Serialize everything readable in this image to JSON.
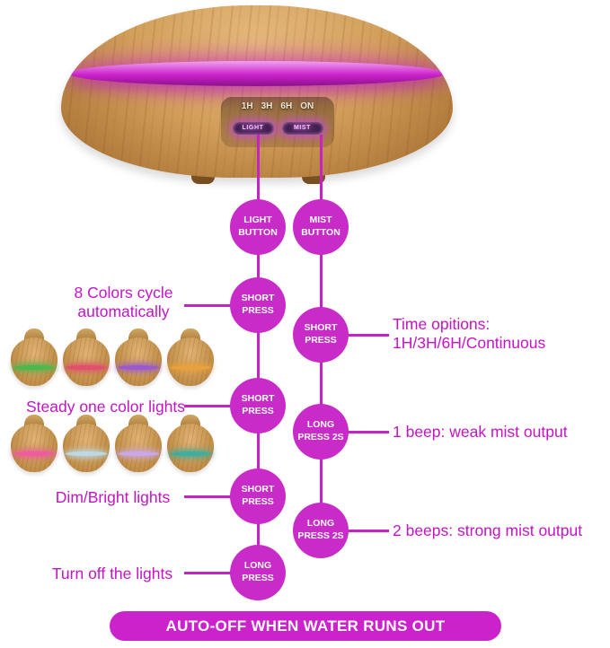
{
  "device": {
    "timer_labels": [
      "1H",
      "3H",
      "6H",
      "ON"
    ],
    "light_button_label": "LIGHT",
    "mist_button_label": "MIST"
  },
  "light_column": {
    "button_line1": "LIGHT",
    "button_line2": "BUTTON",
    "steps": [
      {
        "press_line1": "SHORT",
        "press_line2": "PRESS",
        "label_line1": "8 Colors cycle",
        "label_line2": "automatically"
      },
      {
        "press_line1": "SHORT",
        "press_line2": "PRESS",
        "label_line1": "Steady one color lights"
      },
      {
        "press_line1": "SHORT",
        "press_line2": "PRESS",
        "label_line1": "Dim/Bright lights"
      },
      {
        "press_line1": "LONG",
        "press_line2": "PRESS",
        "label_line1": "Turn off the lights"
      }
    ]
  },
  "mist_column": {
    "button_line1": "MIST",
    "button_line2": "BUTTON",
    "steps": [
      {
        "press_line1": "SHORT",
        "press_line2": "PRESS",
        "label_line1": "Time opitions:",
        "label_line2": "1H/3H/6H/Continuous"
      },
      {
        "press_line1": "LONG",
        "press_line2": "PRESS 2S",
        "label_line1": "1 beep: weak mist output"
      },
      {
        "press_line1": "LONG",
        "press_line2": "PRESS 2S",
        "label_line1": "2 beeps: strong mist output"
      }
    ]
  },
  "mini_diffusers": {
    "colors": [
      "#4db84d",
      "#e14e6e",
      "#9b59d0",
      "#e8a13c",
      "#ef5ba1",
      "#bcd9e8",
      "#c9a7e8",
      "#3fae9e"
    ]
  },
  "colors": {
    "accent": "#c92bc9",
    "label_text": "#c414c4"
  },
  "footer": {
    "banner": "AUTO-OFF WHEN WATER RUNS OUT"
  }
}
